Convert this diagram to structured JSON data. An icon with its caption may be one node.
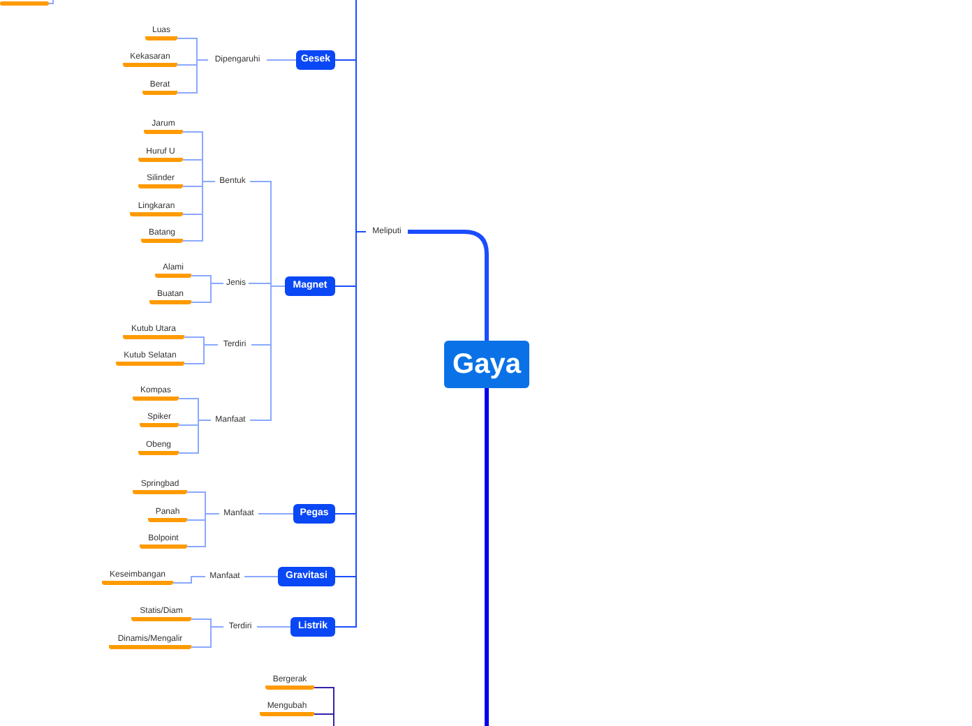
{
  "diagram": {
    "nodes": [
      {
        "text": [
          "Gaya"
        ]
      },
      {
        "text": [
          "Meliputi"
        ]
      },
      {
        "text": [
          "Gesek"
        ]
      },
      {
        "text": [
          "Dipengaruhi"
        ]
      },
      {
        "text": [
          "Luas"
        ]
      },
      {
        "text": [
          "Kekasaran"
        ]
      },
      {
        "text": [
          "Berat"
        ]
      },
      {
        "text": [
          "Magnet"
        ]
      },
      {
        "text": [
          "Bentuk"
        ]
      },
      {
        "text": [
          "Jarum"
        ]
      },
      {
        "text": [
          "Huruf U"
        ]
      },
      {
        "text": [
          "Silinder"
        ]
      },
      {
        "text": [
          "Lingkaran"
        ]
      },
      {
        "text": [
          "Batang"
        ]
      },
      {
        "text": [
          "Jenis"
        ]
      },
      {
        "text": [
          "Alami"
        ]
      },
      {
        "text": [
          "Buatan"
        ]
      },
      {
        "text": [
          "Terdiri"
        ]
      },
      {
        "text": [
          "Kutub Utara"
        ]
      },
      {
        "text": [
          "Kutub Selatan"
        ]
      },
      {
        "text": [
          "Manfaat"
        ]
      },
      {
        "text": [
          "Kompas"
        ]
      },
      {
        "text": [
          "Spiker"
        ]
      },
      {
        "text": [
          "Obeng"
        ]
      },
      {
        "text": [
          "Pegas"
        ]
      },
      {
        "text": [
          "Manfaat"
        ]
      },
      {
        "text": [
          "Springbad"
        ]
      },
      {
        "text": [
          "Panah"
        ]
      },
      {
        "text": [
          "Bolpoint"
        ]
      },
      {
        "text": [
          "Gravitasi"
        ]
      },
      {
        "text": [
          "Manfaat"
        ]
      },
      {
        "text": [
          "Keseimbangan"
        ]
      },
      {
        "text": [
          "Listrik"
        ]
      },
      {
        "text": [
          "Terdiri"
        ]
      },
      {
        "text": [
          "Statis/Diam"
        ]
      },
      {
        "text": [
          "Dinamis/Mengalir"
        ]
      },
      {
        "text": [
          "Bergerak"
        ]
      },
      {
        "text": [
          "Mengubah"
        ]
      },
      {
        "text": [],
        "shape": "bar"
      }
    ],
    "edges": [
      {
        "from": 0,
        "to": 1,
        "arrow": "none",
        "style": "thick",
        "color": "#1a4dff"
      },
      {
        "from": 0,
        "to": null,
        "arrow": "none",
        "style": "thick",
        "color": "#0000ee"
      },
      {
        "from": 1,
        "to": null,
        "arrow": "none",
        "color": "#1a4dff"
      },
      {
        "from": 1,
        "to": 2,
        "arrow": "none",
        "color": "#1a4dff"
      },
      {
        "from": 1,
        "to": 7,
        "arrow": "none",
        "color": "#1a4dff"
      },
      {
        "from": 1,
        "to": 24,
        "arrow": "none",
        "color": "#1a4dff"
      },
      {
        "from": 1,
        "to": 29,
        "arrow": "none",
        "color": "#1a4dff"
      },
      {
        "from": 1,
        "to": 32,
        "arrow": "none",
        "color": "#1a4dff"
      },
      {
        "from": 2,
        "to": 3,
        "arrow": "none"
      },
      {
        "from": 3,
        "to": 4,
        "arrow": "none"
      },
      {
        "from": 3,
        "to": 5,
        "arrow": "none"
      },
      {
        "from": 3,
        "to": 6,
        "arrow": "none"
      },
      {
        "from": 7,
        "to": 8,
        "arrow": "none"
      },
      {
        "from": 7,
        "to": 14,
        "arrow": "none"
      },
      {
        "from": 7,
        "to": 17,
        "arrow": "none"
      },
      {
        "from": 7,
        "to": 20,
        "arrow": "none"
      },
      {
        "from": 8,
        "to": 9,
        "arrow": "none"
      },
      {
        "from": 8,
        "to": 10,
        "arrow": "none"
      },
      {
        "from": 8,
        "to": 11,
        "arrow": "none"
      },
      {
        "from": 8,
        "to": 12,
        "arrow": "none"
      },
      {
        "from": 8,
        "to": 13,
        "arrow": "none"
      },
      {
        "from": 14,
        "to": 15,
        "arrow": "none"
      },
      {
        "from": 14,
        "to": 16,
        "arrow": "none"
      },
      {
        "from": 17,
        "to": 18,
        "arrow": "none"
      },
      {
        "from": 17,
        "to": 19,
        "arrow": "none"
      },
      {
        "from": 20,
        "to": 21,
        "arrow": "none"
      },
      {
        "from": 20,
        "to": 22,
        "arrow": "none"
      },
      {
        "from": 20,
        "to": 23,
        "arrow": "none"
      },
      {
        "from": 24,
        "to": 25,
        "arrow": "none"
      },
      {
        "from": 25,
        "to": 26,
        "arrow": "none"
      },
      {
        "from": 25,
        "to": 27,
        "arrow": "none"
      },
      {
        "from": 25,
        "to": 28,
        "arrow": "none"
      },
      {
        "from": 29,
        "to": 30,
        "arrow": "none"
      },
      {
        "from": 30,
        "to": 31,
        "arrow": "none"
      },
      {
        "from": 32,
        "to": 33,
        "arrow": "none"
      },
      {
        "from": 33,
        "to": 34,
        "arrow": "none"
      },
      {
        "from": 33,
        "to": 35,
        "arrow": "none"
      },
      {
        "from": null,
        "to": 36,
        "arrow": "none",
        "color": "#3322aa"
      },
      {
        "from": null,
        "to": 37,
        "arrow": "none",
        "color": "#3322aa"
      },
      {
        "from": null,
        "to": 38,
        "arrow": "none"
      }
    ]
  }
}
